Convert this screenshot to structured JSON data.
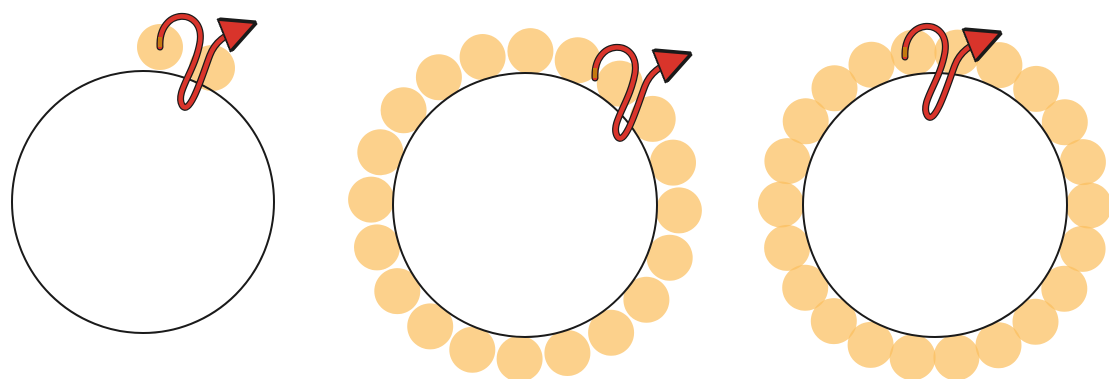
{
  "colors": {
    "background": "#ffffff",
    "circle_stroke": "#1a1a1a",
    "bead_fill": "#fbbf5f",
    "bead_opacity": 0.72,
    "arrow_fill": "#d9342b",
    "arrow_outline": "#1a1a1a",
    "arrow_tail": "#c47a10"
  },
  "panels": [
    {
      "id": "panel-1",
      "bead_count": 2,
      "has_arrow": true
    },
    {
      "id": "panel-2",
      "bead_count": 20,
      "has_arrow": true
    },
    {
      "id": "panel-3",
      "bead_count": 22,
      "has_arrow": true
    }
  ]
}
